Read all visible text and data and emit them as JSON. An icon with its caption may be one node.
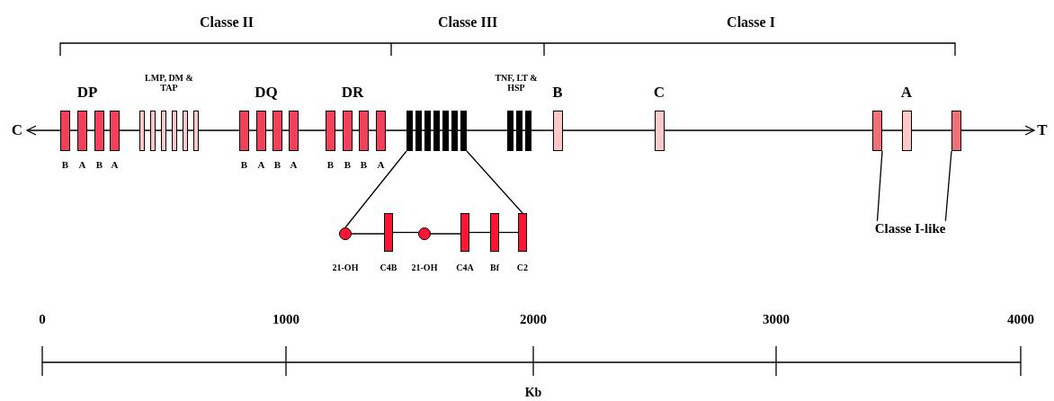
{
  "diagram": {
    "nodes": [
      {
        "text": [
          "DP"
        ],
        "beside": [
          "B",
          "A",
          "B",
          "A"
        ]
      },
      {
        "text": [
          "LMP, DM & TAP"
        ]
      },
      {
        "text": [
          "DQ"
        ],
        "beside": [
          "B",
          "A",
          "B",
          "A"
        ]
      },
      {
        "text": [
          "DR"
        ],
        "beside": [
          "B",
          "B",
          "B",
          "A"
        ]
      },
      {
        "text": [],
        "shape": "bar"
      },
      {
        "text": [
          "TNF, LT & HSP"
        ]
      },
      {
        "text": [
          "B"
        ]
      },
      {
        "text": [
          "C"
        ]
      },
      {
        "text": [
          "A"
        ]
      },
      {
        "text": [],
        "shape": "bar"
      },
      {
        "text": [],
        "shape": "bar"
      },
      {
        "text": [
          "Classe I-like"
        ]
      },
      {
        "text": [
          "21-OH"
        ]
      },
      {
        "text": [
          "C4B"
        ]
      },
      {
        "text": [
          "21-OH"
        ]
      },
      {
        "text": [
          "C4A"
        ]
      },
      {
        "text": [
          "Bf"
        ]
      },
      {
        "text": [
          "C2"
        ]
      }
    ],
    "edges": [
      {
        "from": 4,
        "to": 12,
        "arrow": "none"
      },
      {
        "from": 4,
        "to": 17,
        "arrow": "none"
      },
      {
        "from": 9,
        "to": 11,
        "arrow": "none"
      },
      {
        "from": 10,
        "to": 11,
        "arrow": "none"
      },
      {
        "from": 12,
        "to": 13,
        "arrow": "none"
      },
      {
        "from": 13,
        "to": 14,
        "arrow": "none"
      },
      {
        "from": 14,
        "to": 15,
        "arrow": "none"
      },
      {
        "from": 15,
        "to": 16,
        "arrow": "none"
      },
      {
        "from": 16,
        "to": 17,
        "arrow": "none"
      }
    ],
    "labels": [
      "Classe II",
      "Classe III",
      "Classe I",
      "C",
      "T",
      "0",
      "1000",
      "2000",
      "3000",
      "4000",
      "Kb"
    ]
  }
}
